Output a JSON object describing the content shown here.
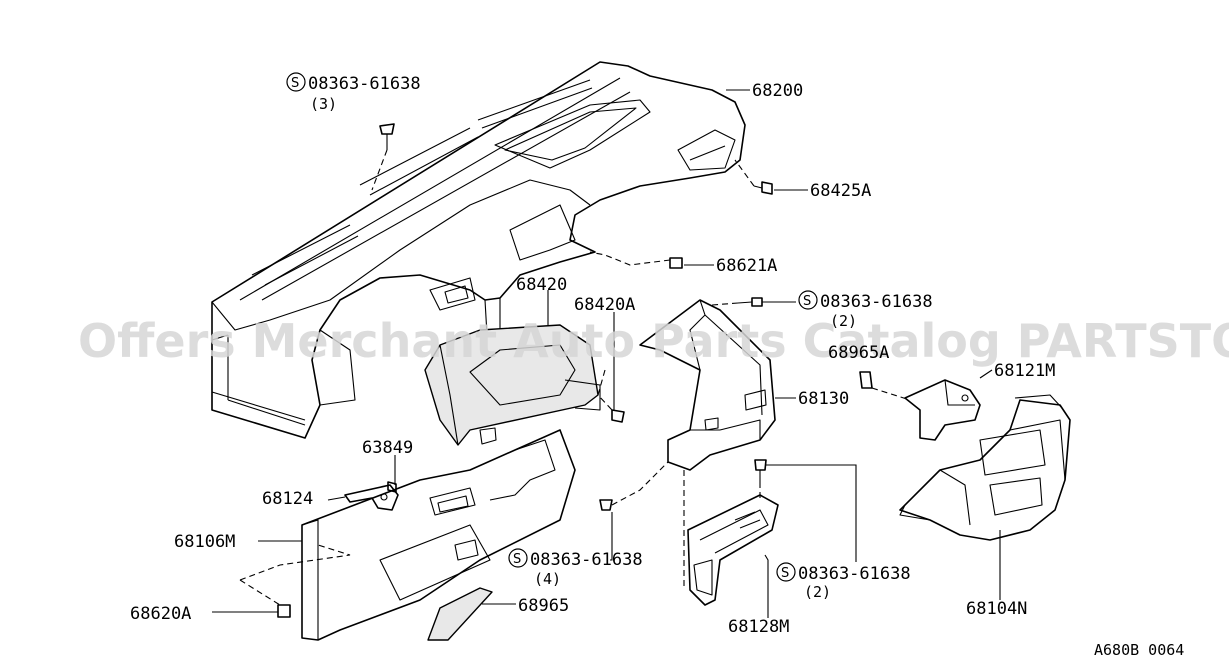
{
  "watermark": "Offers Merchant Auto Parts Catalog PARTSTORE.SA",
  "diagram_code": "A680B 0064",
  "callouts": [
    {
      "id": "screw-top",
      "symbol": "S",
      "part": "08363-61638",
      "qty": "(3)"
    },
    {
      "id": "panel",
      "part": "68200"
    },
    {
      "id": "clip-right",
      "part": "68425A"
    },
    {
      "id": "clip-mid",
      "part": "68621A"
    },
    {
      "id": "cluster-lid",
      "part": "68420"
    },
    {
      "id": "cluster-screw",
      "part": "68420A"
    },
    {
      "id": "screw-bracket",
      "symbol": "S",
      "part": "08363-61638",
      "qty": "(2)"
    },
    {
      "id": "clip-console",
      "part": "68965A"
    },
    {
      "id": "bracket-console",
      "part": "68121M"
    },
    {
      "id": "stay",
      "part": "68130"
    },
    {
      "id": "clip-small",
      "part": "63849"
    },
    {
      "id": "bracket-small",
      "part": "68124"
    },
    {
      "id": "lower-cover",
      "part": "68106M"
    },
    {
      "id": "screw-lower",
      "symbol": "S",
      "part": "08363-61638",
      "qty": "(4)"
    },
    {
      "id": "screw-lid",
      "symbol": "S",
      "part": "08363-61638",
      "qty": "(2)"
    },
    {
      "id": "clip-lower",
      "part": "68620A"
    },
    {
      "id": "lid",
      "part": "68965"
    },
    {
      "id": "finisher",
      "part": "68128M"
    },
    {
      "id": "console",
      "part": "68104N"
    }
  ]
}
